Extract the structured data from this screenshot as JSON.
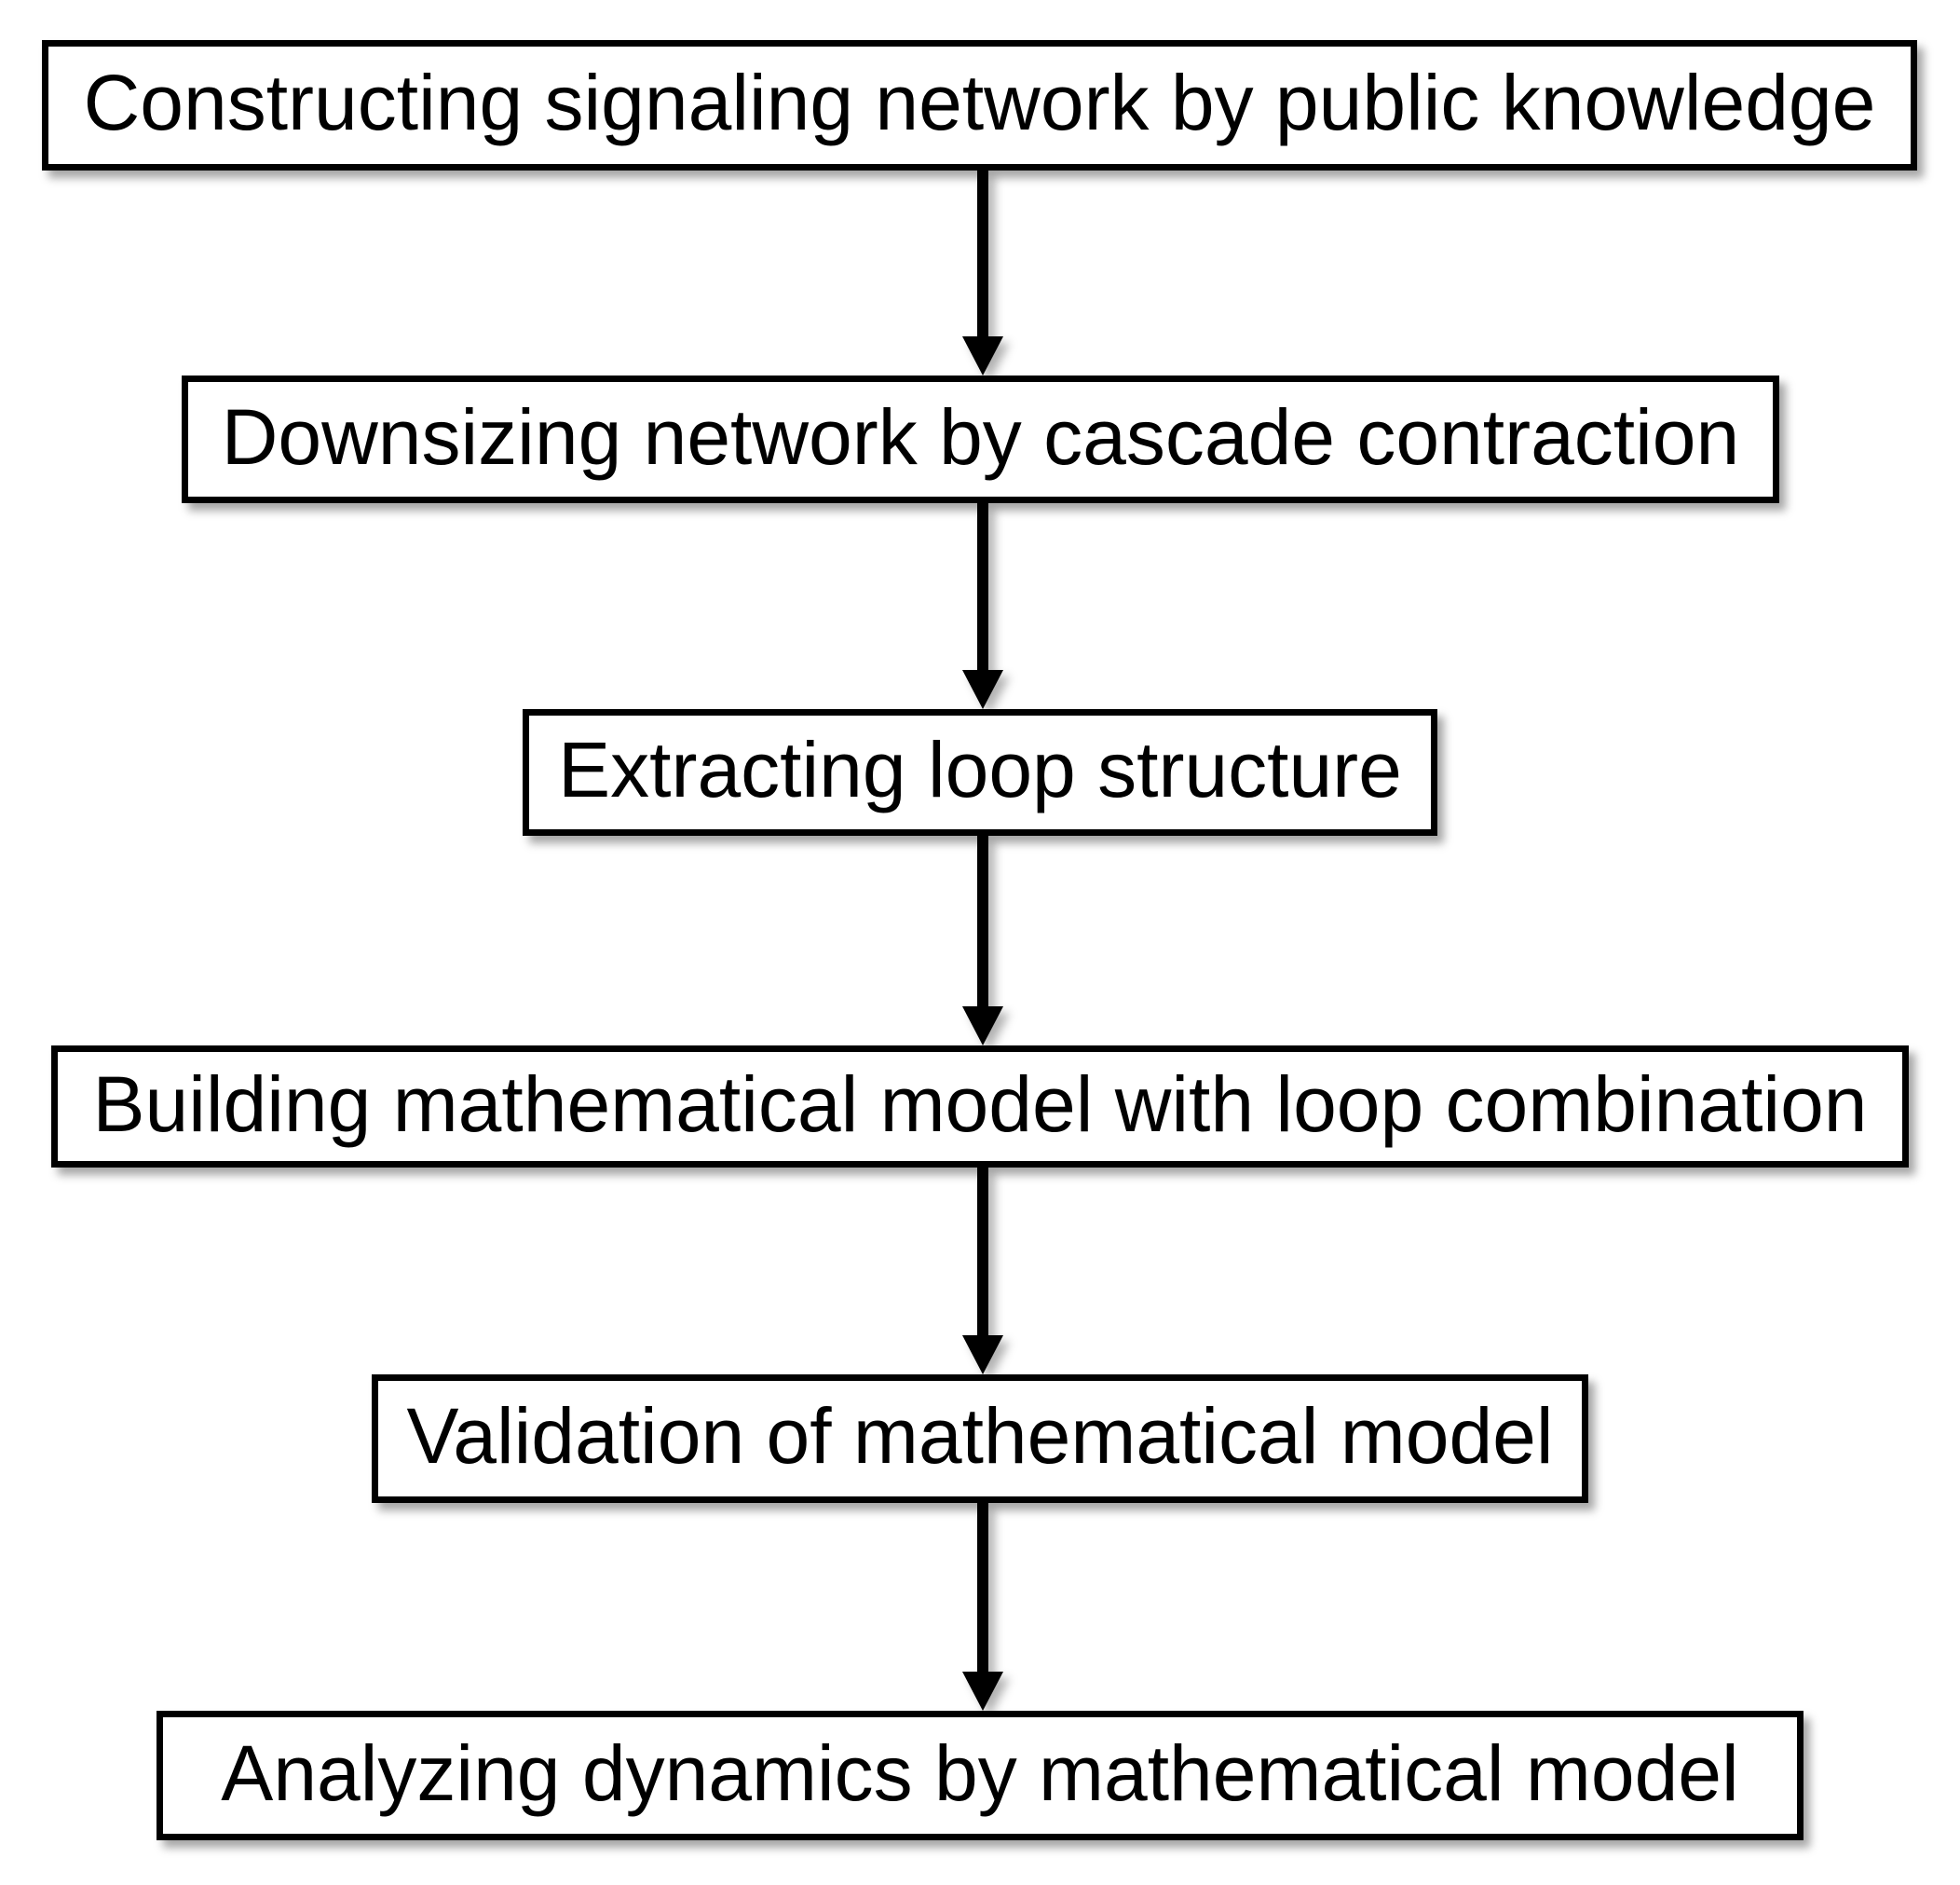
{
  "diagram": {
    "type": "flowchart",
    "direction": "top-down",
    "steps": [
      {
        "id": 1,
        "label": "Constructing signaling network by public knowledge"
      },
      {
        "id": 2,
        "label": "Downsizing network by cascade contraction"
      },
      {
        "id": 3,
        "label": "Extracting loop structure"
      },
      {
        "id": 4,
        "label": "Building mathematical model with loop combination"
      },
      {
        "id": 5,
        "label": "Validation of mathematical model"
      },
      {
        "id": 6,
        "label": "Analyzing dynamics by mathematical model"
      }
    ],
    "connections": [
      {
        "from": 1,
        "to": 2
      },
      {
        "from": 2,
        "to": 3
      },
      {
        "from": 3,
        "to": 4
      },
      {
        "from": 4,
        "to": 5
      },
      {
        "from": 5,
        "to": 6
      }
    ],
    "colors": {
      "background": "#ffffff",
      "box_fill": "#ffffff",
      "box_border": "#000000",
      "arrow": "#000000",
      "text": "#000000"
    }
  }
}
